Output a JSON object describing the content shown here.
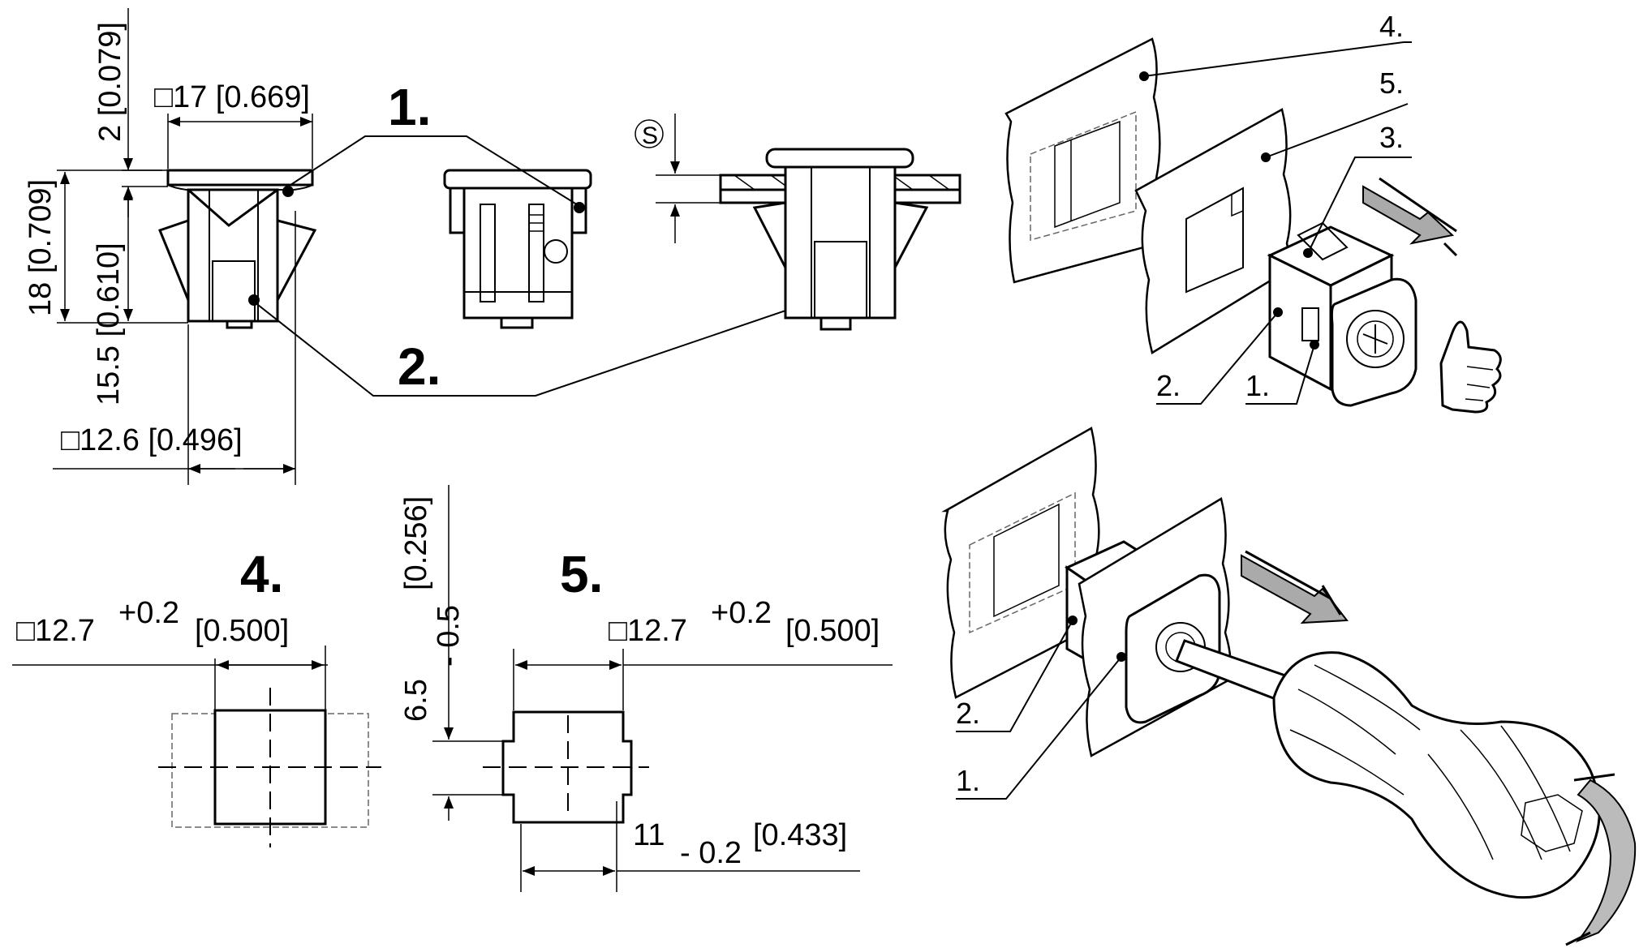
{
  "dimensions": {
    "cap_height": "2 [0.079]",
    "head_width": "□17 [0.669]",
    "total_height": "18 [0.709]",
    "body_height": "15.5 [0.610]",
    "body_width": "□12.6 [0.496]",
    "panel_thickness": "S",
    "hole4_base": "□12.7",
    "hole4_tol": "+0.2",
    "hole4_inch": "[0.500]",
    "hole5_base": "□12.7",
    "hole5_tol": "+0.2",
    "hole5_inch": "[0.500]",
    "slot_height_base": "6.5",
    "slot_height_tol": "- 0.5",
    "slot_height_inch": "[0.256]",
    "slot_width_base": "11",
    "slot_width_tol": "- 0.2",
    "slot_width_inch": "[0.433]"
  },
  "callouts": {
    "part_1": "1.",
    "part_2": "2.",
    "part_3": "3.",
    "part_4": "4.",
    "part_5": "5."
  },
  "assembly_labels": {
    "top_label_4": "4.",
    "top_label_5": "5.",
    "top_label_3": "3.",
    "top_label_2": "2.",
    "top_label_1": "1.",
    "bottom_label_2": "2.",
    "bottom_label_1": "1."
  },
  "icons": [
    "thumbs-up-icon",
    "screwdriver-icon",
    "rotate-arrow-icon",
    "insert-arrow-icon",
    "remove-arrow-icon"
  ]
}
